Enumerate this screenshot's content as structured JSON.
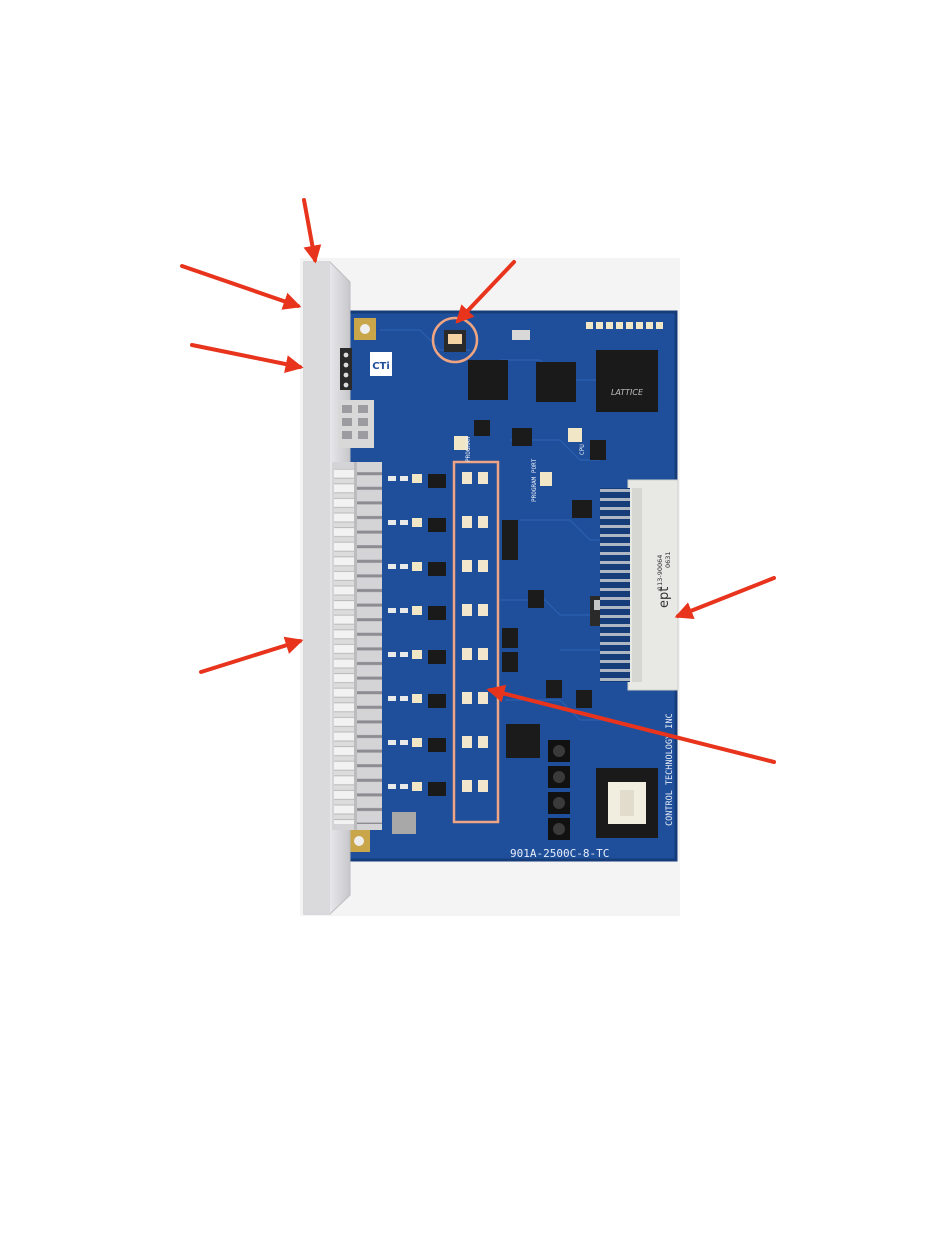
{
  "photo": {
    "board": {
      "logo_text": "CTi",
      "chip_brand": "LATTICE",
      "label_program": "PROGRAM",
      "label_cpu": "CPU",
      "label_program_port": "PROGRAM PORT",
      "part_number": "901A-2500C-8-TC",
      "manufacturer": "CONTROL TECHNOLOGY INC",
      "connector_brand": "ept",
      "connector_code": "113-90064",
      "connector_sub": "0631"
    },
    "colors": {
      "pcb": "#1f4f9a",
      "pcb_dark": "#163c7a",
      "bezel": "#d9d9dc",
      "arrow": "#e8341c",
      "highlight": "#f0a582"
    },
    "annotations": [
      {
        "id": "arrow-top-bezel",
        "kind": "arrow"
      },
      {
        "id": "arrow-upper-left-1",
        "kind": "arrow"
      },
      {
        "id": "arrow-upper-left-2",
        "kind": "arrow"
      },
      {
        "id": "arrow-jumper",
        "kind": "arrow"
      },
      {
        "id": "arrow-terminal-block",
        "kind": "arrow"
      },
      {
        "id": "arrow-edge-connector",
        "kind": "arrow"
      },
      {
        "id": "arrow-component-array",
        "kind": "arrow"
      }
    ]
  }
}
